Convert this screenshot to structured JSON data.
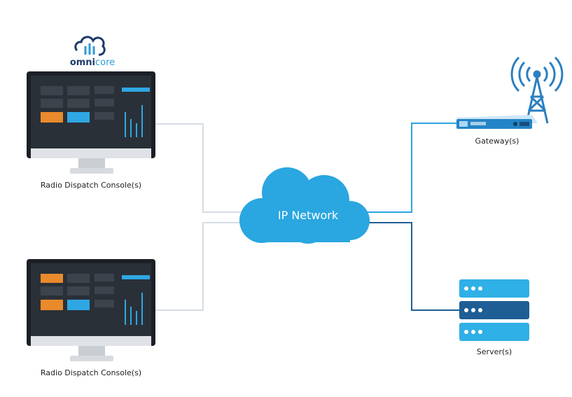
{
  "logo": {
    "brand_bold": "omni",
    "brand_light": "core",
    "icon": "omnicore-logo-icon"
  },
  "nodes": {
    "console_top": {
      "label": "Radio Dispatch Console(s)",
      "icon": "monitor-icon"
    },
    "console_bottom": {
      "label": "Radio Dispatch Console(s)",
      "icon": "monitor-icon"
    },
    "network": {
      "label": "IP Network",
      "icon": "cloud-icon"
    },
    "gateway": {
      "label": "Gateway(s)",
      "icon": "gateway-device-icon",
      "tower_icon": "radio-tower-icon"
    },
    "server": {
      "label": "Server(s)",
      "icon": "server-stack-icon"
    }
  },
  "colors": {
    "cloud": "#2aa6e0",
    "link_light": "#d7dde3",
    "link_blue": "#2aa6e0",
    "link_dark": "#1e5e95",
    "server_light": "#2fb0e6",
    "server_dark": "#1e5e95",
    "tower": "#2b7fc1"
  }
}
